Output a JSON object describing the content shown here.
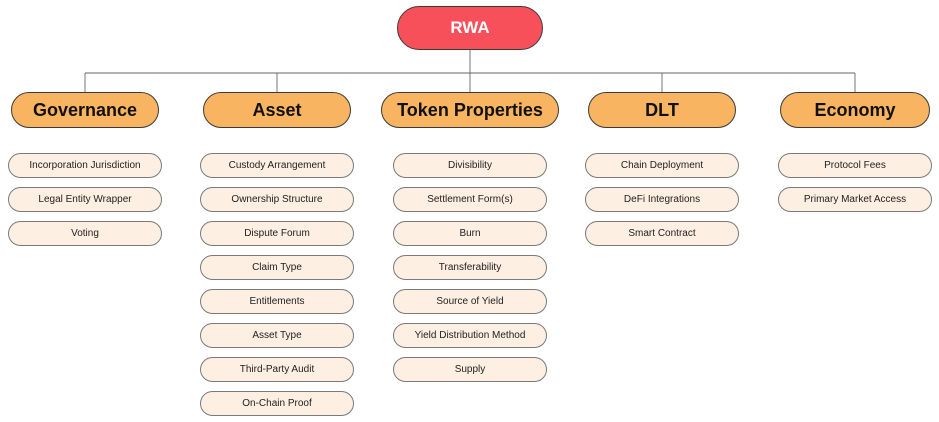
{
  "colors": {
    "root_fill": "#f7505a",
    "category_fill": "#f8b461",
    "leaf_fill": "#fdefe1",
    "connector": "#666666"
  },
  "diagram": {
    "root": {
      "label": "RWA"
    },
    "categories": [
      {
        "label": "Governance",
        "items": [
          "Incorporation Jurisdiction",
          "Legal Entity Wrapper",
          "Voting"
        ]
      },
      {
        "label": "Asset",
        "items": [
          "Custody Arrangement",
          "Ownership Structure",
          "Dispute Forum",
          "Claim Type",
          "Entitlements",
          "Asset Type",
          "Third-Party Audit",
          "On-Chain Proof"
        ]
      },
      {
        "label": "Token Properties",
        "items": [
          "Divisibility",
          "Settlement Form(s)",
          "Burn",
          "Transferability",
          "Source of Yield",
          "Yield Distribution Method",
          "Supply"
        ]
      },
      {
        "label": "DLT",
        "items": [
          "Chain Deployment",
          "DeFi Integrations",
          "Smart Contract"
        ]
      },
      {
        "label": "Economy",
        "items": [
          "Protocol Fees",
          "Primary Market Access"
        ]
      }
    ]
  }
}
